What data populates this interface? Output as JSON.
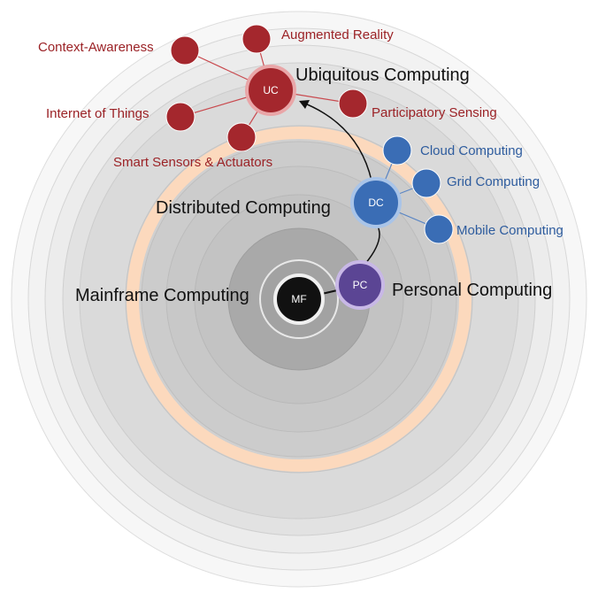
{
  "nodes": {
    "mf": {
      "abbr": "MF",
      "label": "Mainframe Computing",
      "color": "#111111"
    },
    "pc": {
      "abbr": "PC",
      "label": "Personal Computing",
      "color": "#5b4594"
    },
    "dc": {
      "abbr": "DC",
      "label": "Distributed Computing",
      "color": "#3a6db5"
    },
    "uc": {
      "abbr": "UC",
      "label": "Ubiquitous Computing",
      "color": "#a4272d"
    }
  },
  "uc_children": [
    "Context-Awareness",
    "Augmented Reality",
    "Internet of Things",
    "Participatory Sensing",
    "Smart Sensors & Actuators"
  ],
  "dc_children": [
    "Cloud Computing",
    "Grid Computing",
    "Mobile Computing"
  ],
  "colors": {
    "uc_accent": "#a4272d",
    "dc_accent": "#3a6db5",
    "highlight_ring": "#fcd9bd"
  }
}
